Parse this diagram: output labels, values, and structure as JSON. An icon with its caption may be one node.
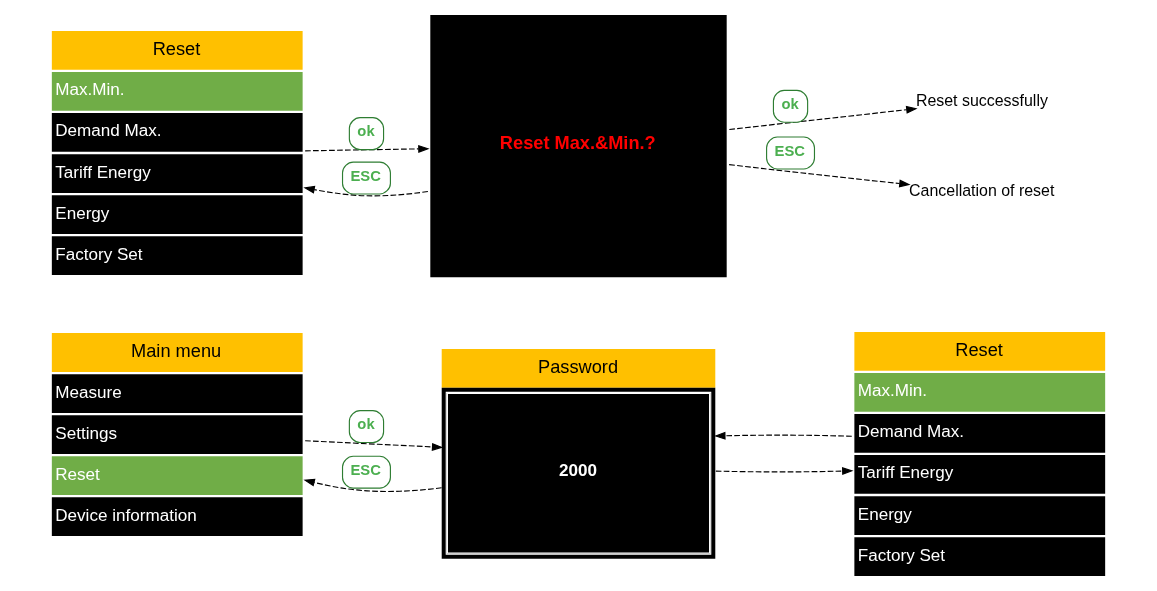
{
  "diagram": {
    "nodes": [
      {
        "text": [
          "Main menu",
          "Measure",
          "Settings",
          "Reset",
          "Device information"
        ]
      },
      {
        "text": [
          "Password",
          "2000"
        ]
      },
      {
        "text": [
          "Reset",
          "Max.Min.",
          "Demand Max.",
          "Tariff Energy",
          "Energy",
          "Factory Set"
        ]
      },
      {
        "text": [
          "Reset",
          "Max.Min.",
          "Demand Max.",
          "Tariff Energy",
          "Energy",
          "Factory Set"
        ]
      },
      {
        "text": [
          "Reset Max.&Min.?"
        ]
      },
      {
        "text": [
          "Reset successfully"
        ]
      },
      {
        "text": [
          "Cancellation of reset"
        ]
      }
    ],
    "edges": [
      {
        "from": 0,
        "to": 1,
        "arrow": "to",
        "label": "ok",
        "style": "dashed"
      },
      {
        "from": 1,
        "to": 0,
        "arrow": "to",
        "label": "ESC",
        "style": "dashed"
      },
      {
        "from": 1,
        "to": 2,
        "arrow": "to",
        "style": "dashed"
      },
      {
        "from": 2,
        "to": 1,
        "arrow": "to",
        "style": "dashed"
      },
      {
        "from": 3,
        "to": 4,
        "arrow": "to",
        "label": "ok",
        "style": "dashed"
      },
      {
        "from": 4,
        "to": 3,
        "arrow": "to",
        "label": "ESC",
        "style": "dashed"
      },
      {
        "from": 4,
        "to": 5,
        "arrow": "to",
        "label": "ok",
        "style": "dashed"
      },
      {
        "from": 4,
        "to": 6,
        "arrow": "to",
        "label": "ESC",
        "style": "dashed"
      }
    ]
  }
}
